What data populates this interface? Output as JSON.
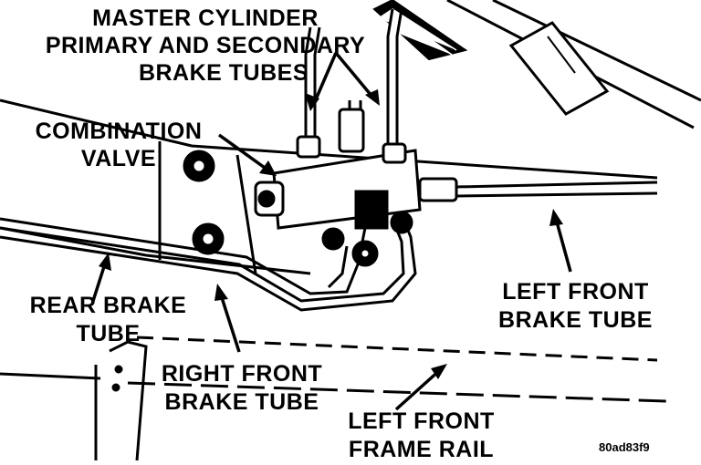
{
  "labels": {
    "master_cylinder": [
      "MASTER CYLINDER",
      "PRIMARY AND SECONDARY",
      "BRAKE TUBES"
    ],
    "combination_valve": [
      "COMBINATION",
      "VALVE"
    ],
    "rear_brake_tube": [
      "REAR BRAKE",
      "TUBE"
    ],
    "right_front_brake_tube": [
      "RIGHT FRONT",
      "BRAKE TUBE"
    ],
    "left_front_brake_tube": [
      "LEFT FRONT",
      "BRAKE TUBE"
    ],
    "left_front_frame_rail": [
      "LEFT FRONT",
      "FRAME RAIL"
    ]
  },
  "figure_code": "80ad83f9"
}
